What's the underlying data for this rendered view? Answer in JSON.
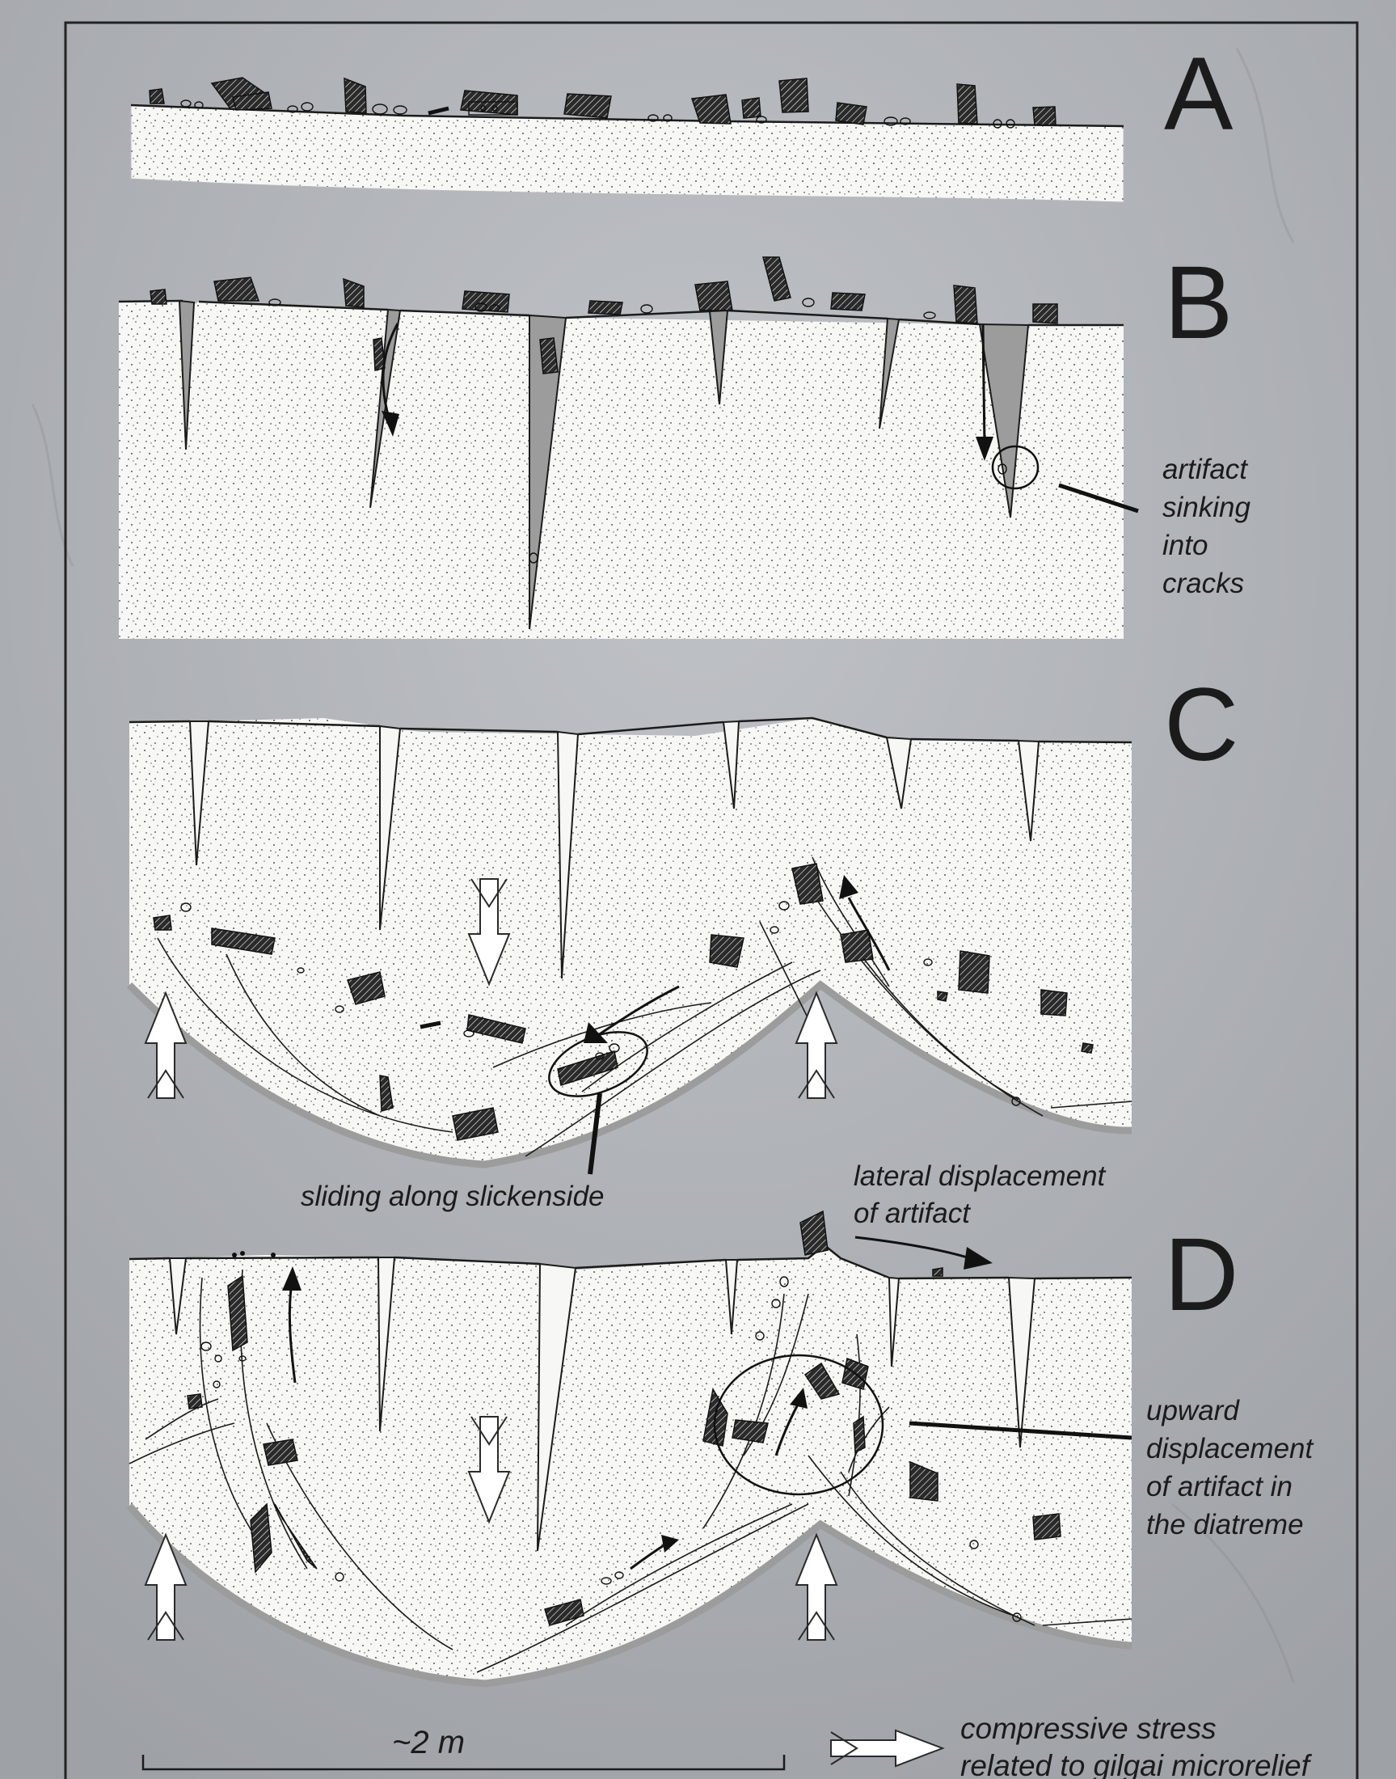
{
  "colors": {
    "background": "#a9acb1",
    "frame": "#222222",
    "soil": "#f7f7f5",
    "ink": "#1b1b1b",
    "crack_fill": "#9c9c9c"
  },
  "panels": {
    "a": {
      "letter": "A"
    },
    "b": {
      "letter": "B",
      "note": [
        "artifact",
        "sinking",
        "into",
        "cracks"
      ]
    },
    "c": {
      "letter": "C",
      "note": "sliding along slickenside"
    },
    "d": {
      "letter": "D",
      "lateral_note": [
        "lateral displacement",
        "of artifact"
      ],
      "upward_note": [
        "upward",
        "displacement",
        "of artifact in",
        "the diatreme"
      ]
    }
  },
  "scale": {
    "label": "~2 m"
  },
  "legend": {
    "label": [
      "compressive stress",
      "related to gilgai microrelief"
    ]
  },
  "icons": [
    "big-white-arrow-icon",
    "black-arrow-icon",
    "artifact-stone-icon",
    "circle-highlight-icon"
  ]
}
